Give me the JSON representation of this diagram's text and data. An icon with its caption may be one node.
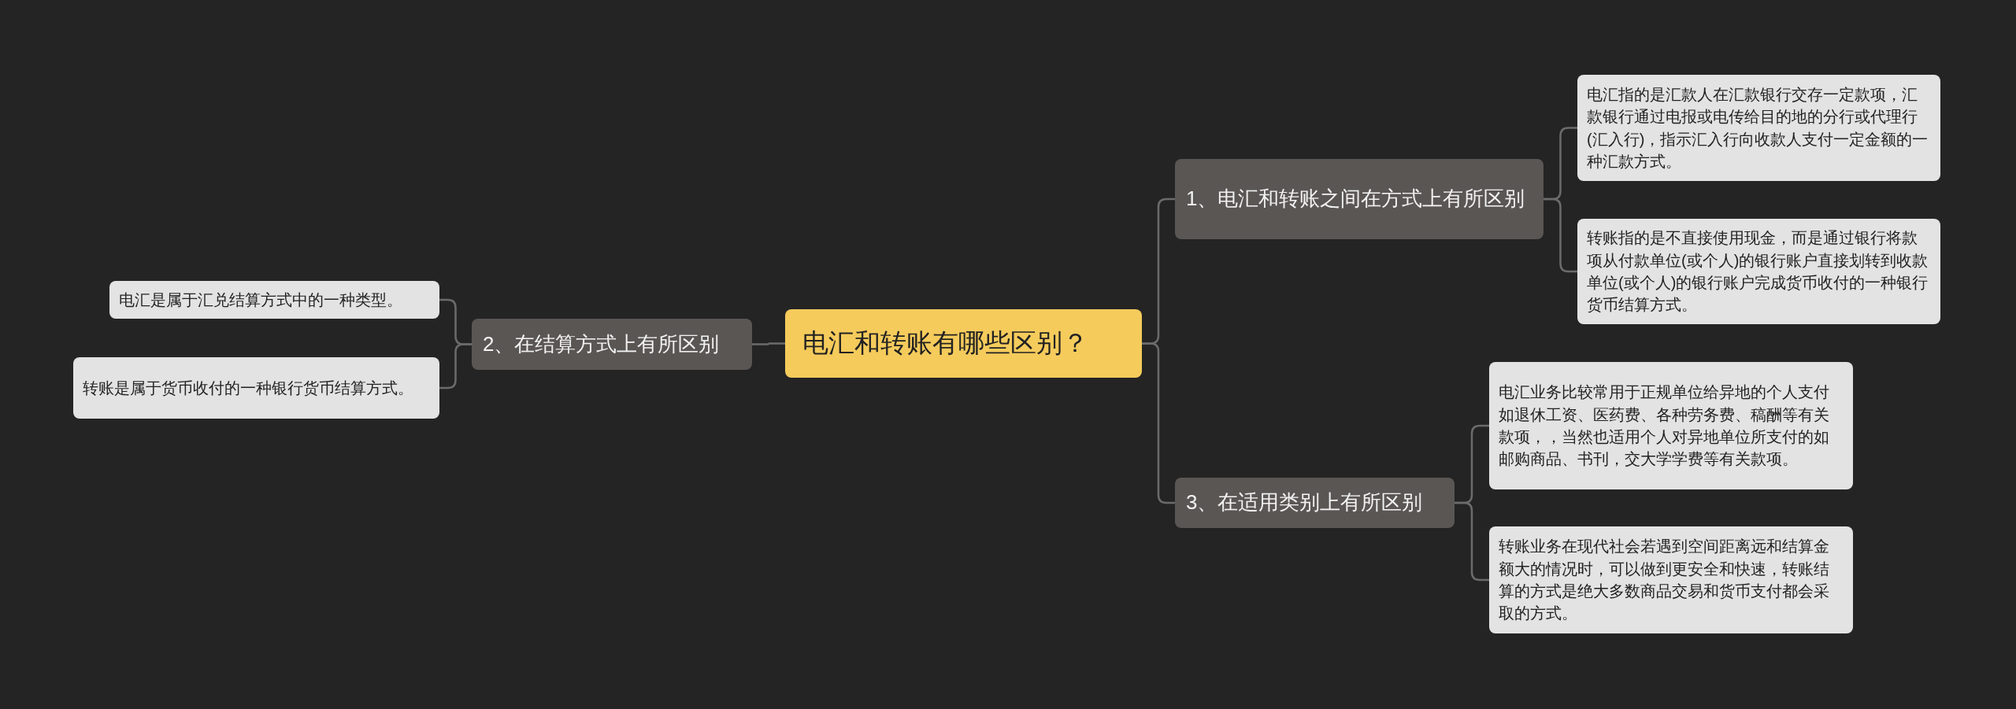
{
  "diagram": {
    "nodes": [
      {
        "text": [
          "电汇和转账有哪些区别？"
        ]
      },
      {
        "text": [
          "1、电汇和转账之间在方式上有所区别"
        ]
      },
      {
        "text": [
          "电汇指的是汇款人在汇款银行交存一定款项，汇款银行通过电报或电传给目的地的分行或代理行(汇入行)，指示汇入行向收款人支付一定金额的一种汇款方式。"
        ]
      },
      {
        "text": [
          "转账指的是不直接使用现金，而是通过银行将款项从付款单位(或个人)的银行账户直接划转到收款单位(或个人)的银行账户完成货币收付的一种银行货币结算方式。"
        ]
      },
      {
        "text": [
          "3、在适用类别上有所区别"
        ]
      },
      {
        "text": [
          "电汇业务比较常用于正规单位给异地的个人支付如退休工资、医药费、各种劳务费、稿酬等有关款项，，当然也适用个人对异地单位所支付的如邮购商品、书刊，交大学学费等有关款项。"
        ]
      },
      {
        "text": [
          "转账业务在现代社会若遇到空间距离远和结算金额大的情况时，可以做到更安全和快速，转账结算的方式是绝大多数商品交易和货币支付都会采取的方式。"
        ]
      },
      {
        "text": [
          "2、在结算方式上有所区别"
        ]
      },
      {
        "text": [
          "电汇是属于汇兑结算方式中的一种类型。"
        ]
      },
      {
        "text": [
          "转账是属于货币收付的一种银行货币结算方式。"
        ]
      }
    ],
    "edges": [
      {
        "from": 0,
        "to": 1,
        "arrow": "none"
      },
      {
        "from": 1,
        "to": 2,
        "arrow": "none"
      },
      {
        "from": 1,
        "to": 3,
        "arrow": "none"
      },
      {
        "from": 0,
        "to": 4,
        "arrow": "none"
      },
      {
        "from": 4,
        "to": 5,
        "arrow": "none"
      },
      {
        "from": 4,
        "to": 6,
        "arrow": "none"
      },
      {
        "from": 0,
        "to": 7,
        "arrow": "none"
      },
      {
        "from": 7,
        "to": 8,
        "arrow": "none"
      },
      {
        "from": 7,
        "to": 9,
        "arrow": "none"
      }
    ]
  }
}
